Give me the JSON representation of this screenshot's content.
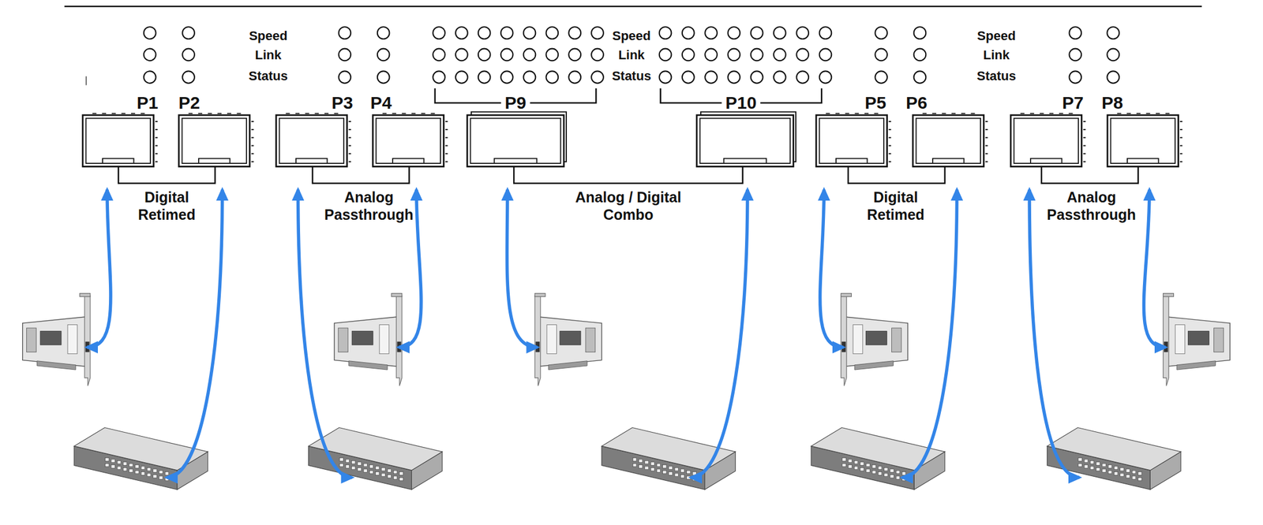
{
  "diagram": {
    "nodes": [
      {
        "text": [
          "P1"
        ]
      },
      {
        "text": [
          "P2"
        ]
      },
      {
        "text": [
          "P3"
        ]
      },
      {
        "text": [
          "P4"
        ]
      },
      {
        "text": [
          "P9"
        ]
      },
      {
        "text": [
          "P10"
        ]
      },
      {
        "text": [
          "P5"
        ]
      },
      {
        "text": [
          "P6"
        ]
      },
      {
        "text": [
          "P7"
        ]
      },
      {
        "text": [
          "P8"
        ]
      }
    ],
    "labels": [
      "Speed",
      "Link",
      "Status",
      "Speed",
      "Link",
      "Status",
      "Speed",
      "Link",
      "Status",
      "Digital Retimed",
      "Analog Passthrough",
      "Analog / Digital Combo",
      "Digital Retimed",
      "Analog Passthrough"
    ]
  }
}
